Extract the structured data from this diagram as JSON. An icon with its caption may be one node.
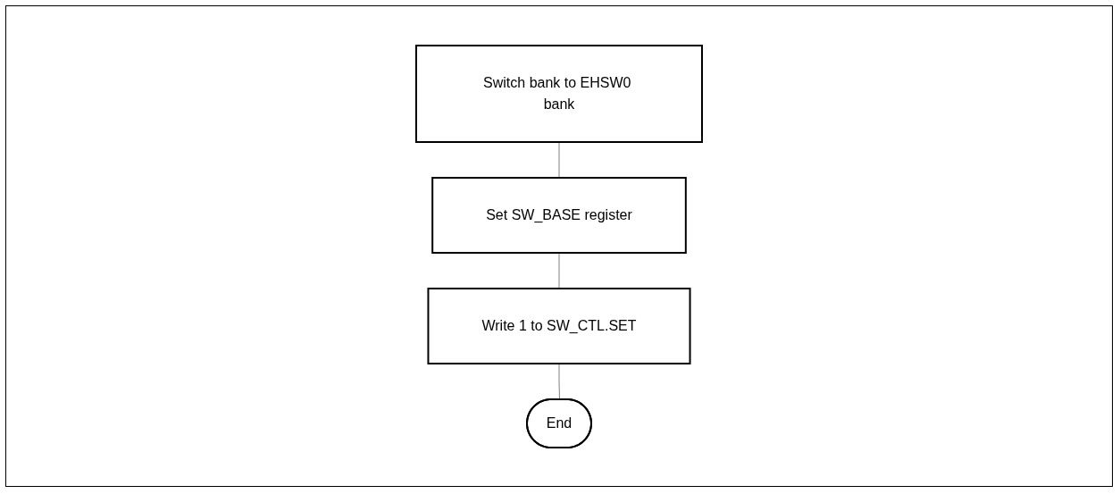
{
  "diagram": {
    "nodes": [
      {
        "text": [
          "Switch bank to EHSW0 bank"
        ]
      },
      {
        "text": [
          "Set SW_BASE register"
        ]
      },
      {
        "text": [
          "Write 1 to SW_CTL.SET"
        ]
      },
      {
        "text": [
          "End"
        ]
      }
    ],
    "edges": [
      {
        "from": 0,
        "to": 1,
        "arrow": "none"
      },
      {
        "from": 1,
        "to": 2,
        "arrow": "none"
      },
      {
        "from": 2,
        "to": 3,
        "arrow": "none"
      }
    ]
  }
}
